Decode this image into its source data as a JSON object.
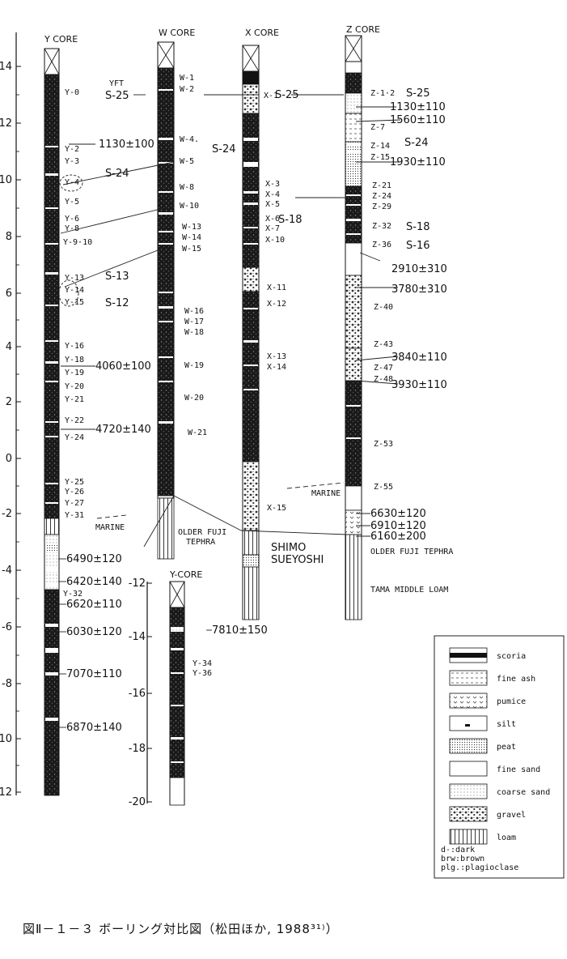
{
  "caption": "図Ⅱ－１－３ ボーリング対比図（松田ほか, 1988³¹⁾）",
  "axis_main": {
    "ticks": [
      "14",
      "12",
      "10",
      "8",
      "6",
      "4",
      "2",
      "0",
      "-2",
      "-4",
      "-6",
      "-8",
      "-10",
      "-12"
    ]
  },
  "axis_inset": {
    "ticks": [
      "-12",
      "-14",
      "-16",
      "-18",
      "-20"
    ]
  },
  "cores": {
    "y": {
      "title": "Y CORE"
    },
    "w": {
      "title": "W CORE"
    },
    "x": {
      "title": "X CORE"
    },
    "z": {
      "title": "Z CORE"
    },
    "yb": {
      "title": "Y-CORE"
    }
  },
  "y_labels": [
    "Y-0",
    "Y-2",
    "Y-3",
    "Y-4",
    "Y-5",
    "Y-6",
    "Y-8",
    "Y-9·10",
    "Y-13",
    "Y-14",
    "Y-15",
    "Y-16",
    "Y-18",
    "Y-19",
    "Y-20",
    "Y-21",
    "Y-22",
    "Y-24",
    "Y-25",
    "Y-26",
    "Y-27",
    "Y-31",
    "Y-32"
  ],
  "w_labels": [
    "W-1",
    "W-2",
    "W-4.",
    "W-5",
    "W-8",
    "W-10",
    "W-13",
    "W-14",
    "W-15",
    "W-16",
    "W-17",
    "W-18",
    "W-19",
    "W-20",
    "W-21"
  ],
  "x_labels": [
    "X-1",
    "X-3",
    "X-4",
    "X-5",
    "X-6",
    "X-7",
    "X-10",
    "X-11",
    "X-12",
    "X-13",
    "X-14",
    "X-15"
  ],
  "z_labels": [
    "Z-1·2",
    "Z-7",
    "Z-14",
    "Z-15",
    "Z-21",
    "Z-24",
    "Z-29",
    "Z-32",
    "Z-36",
    "Z-40",
    "Z-43",
    "Z-47",
    "Z-48",
    "Z-53",
    "Z-55"
  ],
  "yb_labels": [
    "Y-34",
    "Y-36"
  ],
  "tephra": [
    "YFT",
    "S-25",
    "S-24",
    "S-13",
    "S-12",
    "S-24",
    "S-18",
    "S-25",
    "S-24",
    "S-18",
    "S-16",
    "S-25"
  ],
  "dates": [
    "1130±100",
    "4060±100",
    "4720±140",
    "6490±120",
    "6420±140",
    "6620±110",
    "6030±120",
    "7070±110",
    "6870±140",
    "1130±110",
    "1560±110",
    "1930±110",
    "2910±310",
    "3780±310",
    "3840±110",
    "3930±110",
    "6630±120",
    "6910±120",
    "6160±200",
    "7810±150"
  ],
  "units": [
    "MARINE",
    "OLDER FUJI",
    "TEPHRA",
    "SHIMO",
    "SUEYOSHI",
    "MARINE",
    "OLDER FUJI TEPHRA",
    "TAMA MIDDLE LOAM"
  ],
  "legend": {
    "items": [
      "scoria",
      "fine ash",
      "pumice",
      "silt",
      "peat",
      "fine sand",
      "coarse sand",
      "gravel",
      "loam"
    ],
    "notes": [
      "d-:dark",
      "brw:brown",
      "plg.:plagioclase"
    ]
  }
}
